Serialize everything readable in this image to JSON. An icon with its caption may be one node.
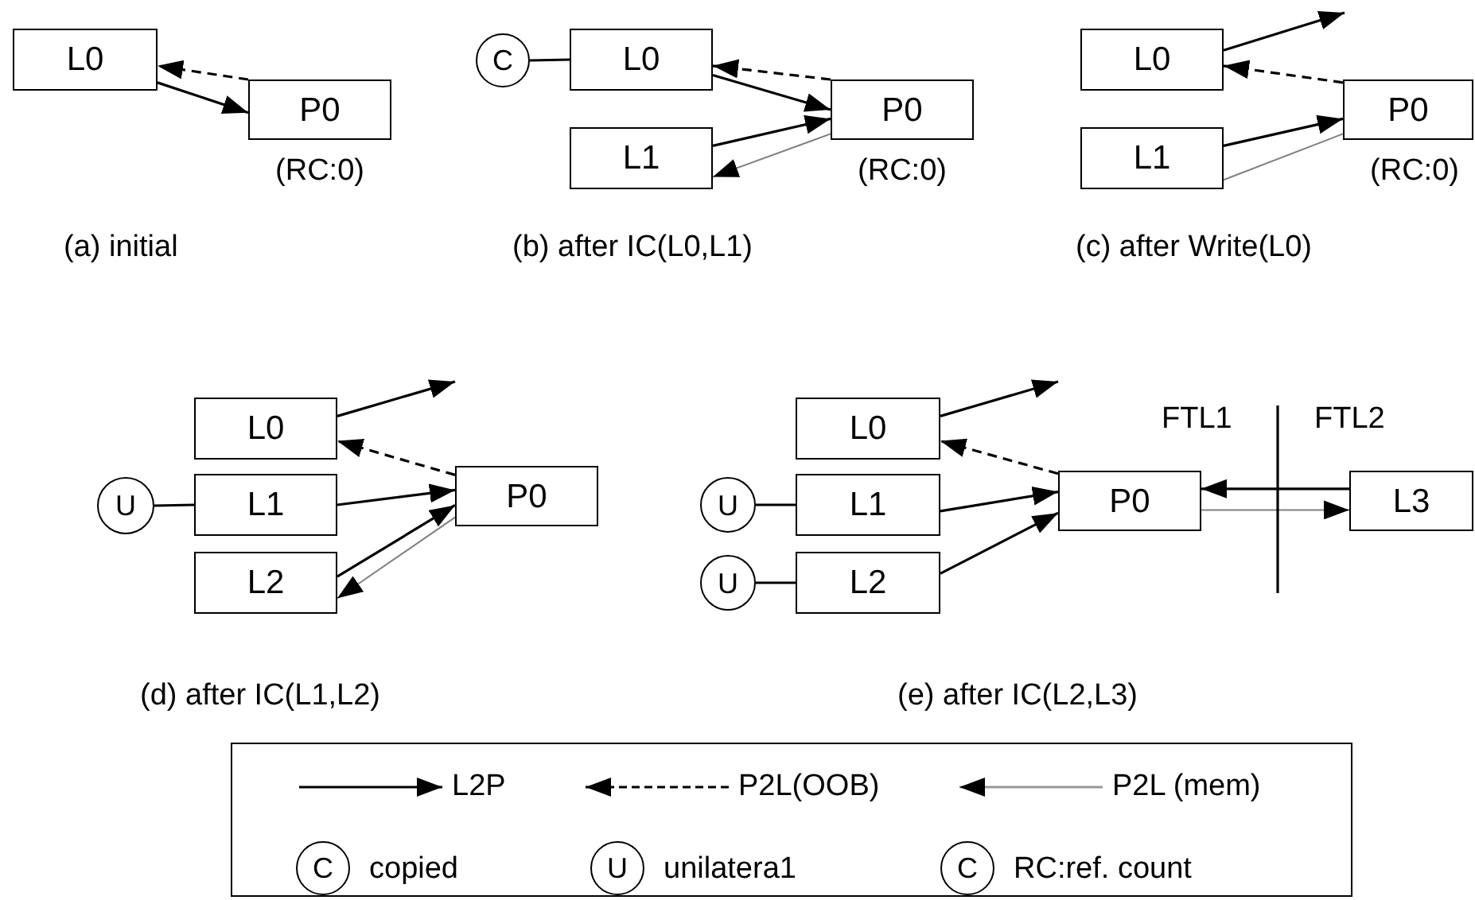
{
  "diagram": {
    "nodes": [
      {
        "text": [
          "L0"
        ]
      },
      {
        "text": [
          "P0"
        ],
        "beside": [
          "(RC:0)"
        ]
      },
      {
        "text": [
          "C"
        ]
      },
      {
        "text": [
          "L0"
        ]
      },
      {
        "text": [
          "L1"
        ]
      },
      {
        "text": [
          "P0"
        ],
        "beside": [
          "(RC:0)"
        ]
      },
      {
        "text": [
          "L0"
        ]
      },
      {
        "text": [
          "L1"
        ]
      },
      {
        "text": [
          "P0"
        ],
        "beside": [
          "(RC:0)"
        ]
      },
      {
        "text": [
          "U"
        ]
      },
      {
        "text": [
          "L0"
        ]
      },
      {
        "text": [
          "L1"
        ]
      },
      {
        "text": [
          "L2"
        ]
      },
      {
        "text": [
          "P0"
        ]
      },
      {
        "text": [
          "L0"
        ]
      },
      {
        "text": [
          "U"
        ]
      },
      {
        "text": [
          "L1"
        ]
      },
      {
        "text": [
          "U"
        ]
      },
      {
        "text": [
          "L2"
        ]
      },
      {
        "text": [
          "P0"
        ]
      },
      {
        "text": [
          "L3"
        ]
      }
    ],
    "edges": [
      {
        "from": 0,
        "to": 1,
        "arrow": "to"
      },
      {
        "from": 1,
        "to": 0,
        "arrow": "to",
        "style": "dashed"
      },
      {
        "from": 2,
        "to": 3,
        "arrow": "none"
      },
      {
        "from": 3,
        "to": 5,
        "arrow": "to"
      },
      {
        "from": 5,
        "to": 3,
        "arrow": "to",
        "style": "dashed"
      },
      {
        "from": 4,
        "to": 5,
        "arrow": "to"
      },
      {
        "from": 5,
        "to": 4,
        "arrow": "to",
        "color": "#808080"
      },
      {
        "from": 6,
        "to": null,
        "arrow": "to"
      },
      {
        "from": 8,
        "to": 6,
        "arrow": "to",
        "style": "dashed"
      },
      {
        "from": 7,
        "to": 8,
        "arrow": "to"
      },
      {
        "from": 8,
        "to": 7,
        "arrow": "none",
        "color": "#808080"
      },
      {
        "from": 9,
        "to": 11,
        "arrow": "none"
      },
      {
        "from": 10,
        "to": null,
        "arrow": "to"
      },
      {
        "from": 13,
        "to": 10,
        "arrow": "to",
        "style": "dashed"
      },
      {
        "from": 11,
        "to": 13,
        "arrow": "to"
      },
      {
        "from": 12,
        "to": 13,
        "arrow": "to"
      },
      {
        "from": 13,
        "to": 12,
        "arrow": "to",
        "color": "#808080"
      },
      {
        "from": 15,
        "to": 16,
        "arrow": "none"
      },
      {
        "from": 17,
        "to": 18,
        "arrow": "none"
      },
      {
        "from": 14,
        "to": null,
        "arrow": "to"
      },
      {
        "from": 19,
        "to": 14,
        "arrow": "to",
        "style": "dashed"
      },
      {
        "from": 16,
        "to": 19,
        "arrow": "to"
      },
      {
        "from": 18,
        "to": 19,
        "arrow": "to"
      },
      {
        "from": 20,
        "to": 19,
        "arrow": "to"
      },
      {
        "from": 19,
        "to": 20,
        "arrow": "to",
        "color": "#808080"
      }
    ],
    "labels": [
      "(a) initial",
      "(b) after IC(L0,L1)",
      "(c) after Write(L0)",
      "FTL1",
      "FTL2",
      "(d) after IC(L1,L2)",
      "(e) after IC(L2,L3)",
      "C",
      "U",
      "C"
    ],
    "legend": [
      {
        "text": "L2P"
      },
      {
        "text": "P2L(OOB)"
      },
      {
        "text": "P2L (mem)"
      },
      {
        "text": "copied"
      },
      {
        "text": "unilatera1"
      },
      {
        "text": "RC:ref. count"
      }
    ]
  }
}
